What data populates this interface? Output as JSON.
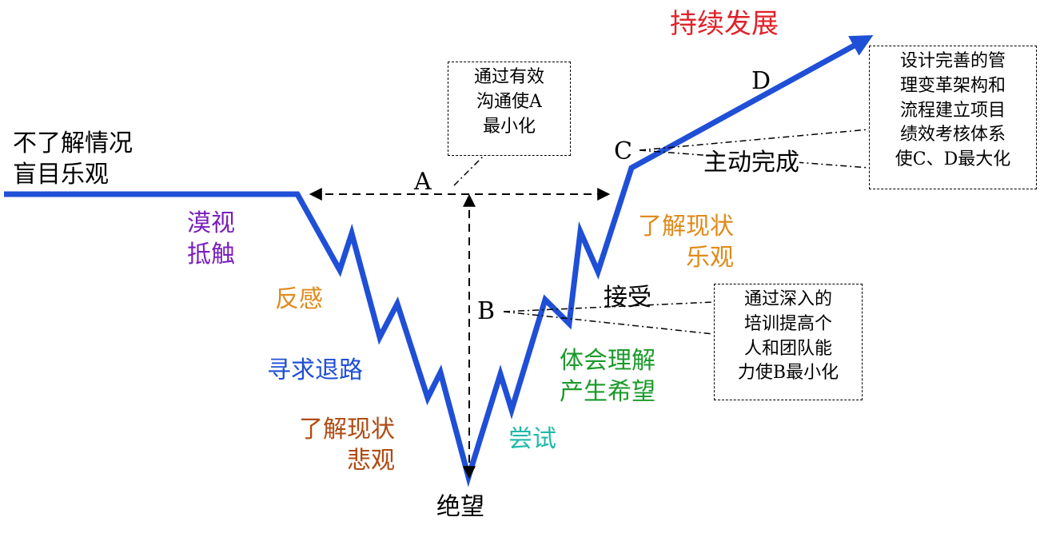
{
  "title": "持续发展",
  "colors": {
    "curve": "#1f4fd6",
    "title": "#e0222a",
    "purple": "#7a1fbf",
    "orange": "#e08a1a",
    "blue": "#1f4fd6",
    "brown": "#b04a12",
    "teal": "#1fb9a8",
    "green": "#1a9a2a",
    "black": "#000000"
  },
  "stages": {
    "start": [
      "不了解情况",
      "盲目乐观"
    ],
    "s1": [
      "漠视",
      "抵触"
    ],
    "s2": "反感",
    "s3": "寻求退路",
    "s4": [
      "了解现状",
      "悲观"
    ],
    "bottom": "绝望",
    "s5": "尝试",
    "s6": [
      "体会理解",
      "产生希望"
    ],
    "s7": "接受",
    "s8": [
      "了解现状",
      "乐观"
    ],
    "s9": "主动完成"
  },
  "markers": {
    "a": "A",
    "b": "B",
    "c": "C",
    "d": "D"
  },
  "notes": {
    "a": [
      "通过有效",
      "沟通使A",
      "最小化"
    ],
    "b": [
      "通过深入的",
      "培训提高个",
      "人和团队能",
      "力使B最小化"
    ],
    "cd": [
      "设计完善的管",
      "理变革架构和",
      "流程建立项目",
      "绩效考核体系",
      "使C、D最大化"
    ]
  }
}
